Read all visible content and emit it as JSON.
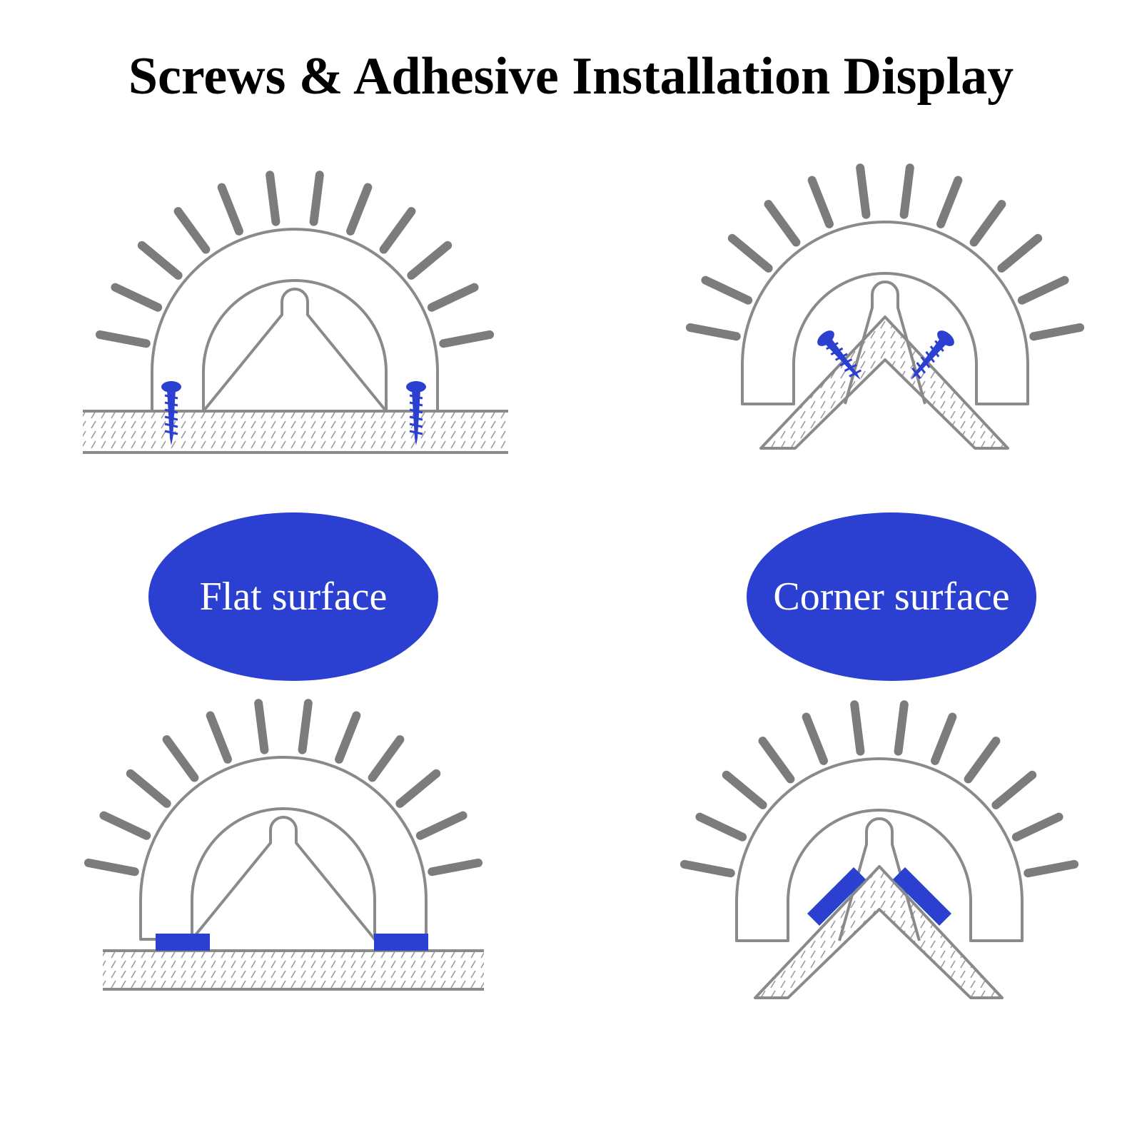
{
  "title": "Screws & Adhesive Installation Display",
  "labels": {
    "flat": "Flat surface",
    "corner": "Corner surface"
  },
  "colors": {
    "accent_blue": "#2b3fd1",
    "badge_text": "#ffffff",
    "outline_gray": "#8a8a8a",
    "bristle_gray": "#7c7c7c",
    "hatch_gray": "#9a9a9a"
  },
  "icons": {
    "brush": "brush-holder-icon",
    "screw": "screw-icon",
    "adhesive": "adhesive-pad-icon",
    "wall": "wall-surface-icon"
  }
}
